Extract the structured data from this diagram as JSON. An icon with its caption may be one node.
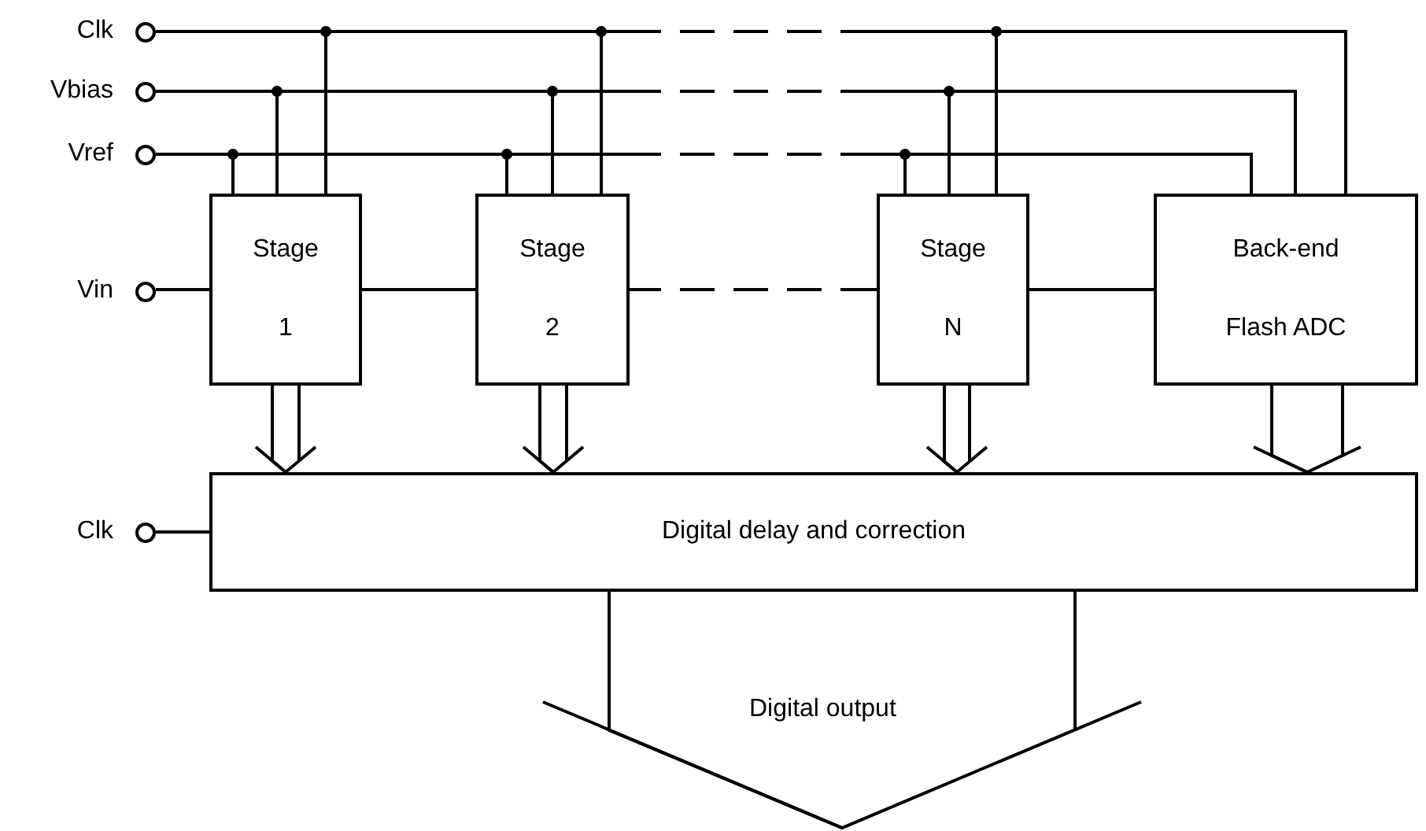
{
  "diagram": {
    "nodes": [
      {
        "text": [
          "Clk"
        ]
      },
      {
        "text": [
          "Vbias"
        ]
      },
      {
        "text": [
          "Vref"
        ]
      },
      {
        "text": [
          "Vin"
        ]
      },
      {
        "text": [
          "Stage",
          "1"
        ]
      },
      {
        "text": [
          "Stage",
          "2"
        ]
      },
      {
        "text": [
          "Stage",
          "N"
        ]
      },
      {
        "text": [
          "Back-end",
          "Flash ADC"
        ]
      },
      {
        "text": [
          "Clk"
        ]
      },
      {
        "text": [
          "Digital delay and correction"
        ]
      }
    ],
    "edges": [
      {
        "from": 0,
        "to": 4,
        "arrow": "none"
      },
      {
        "from": 0,
        "to": 5,
        "arrow": "none"
      },
      {
        "from": 0,
        "to": 6,
        "arrow": "none",
        "style": "dashed"
      },
      {
        "from": 0,
        "to": 7,
        "arrow": "none",
        "style": "dashed"
      },
      {
        "from": 1,
        "to": 4,
        "arrow": "none"
      },
      {
        "from": 1,
        "to": 5,
        "arrow": "none"
      },
      {
        "from": 1,
        "to": 6,
        "arrow": "none",
        "style": "dashed"
      },
      {
        "from": 1,
        "to": 7,
        "arrow": "none",
        "style": "dashed"
      },
      {
        "from": 2,
        "to": 4,
        "arrow": "none"
      },
      {
        "from": 2,
        "to": 5,
        "arrow": "none"
      },
      {
        "from": 2,
        "to": 6,
        "arrow": "none",
        "style": "dashed"
      },
      {
        "from": 2,
        "to": 7,
        "arrow": "none",
        "style": "dashed"
      },
      {
        "from": 3,
        "to": 4,
        "arrow": "none"
      },
      {
        "from": 4,
        "to": 5,
        "arrow": "none"
      },
      {
        "from": 5,
        "to": 6,
        "arrow": "none",
        "style": "dashed"
      },
      {
        "from": 6,
        "to": 7,
        "arrow": "none"
      },
      {
        "from": 4,
        "to": 9,
        "arrow": "to"
      },
      {
        "from": 5,
        "to": 9,
        "arrow": "to"
      },
      {
        "from": 6,
        "to": 9,
        "arrow": "to"
      },
      {
        "from": 7,
        "to": 9,
        "arrow": "to"
      },
      {
        "from": 8,
        "to": 9,
        "arrow": "none"
      },
      {
        "from": 9,
        "to": null,
        "arrow": "to",
        "label": "Digital output"
      }
    ]
  }
}
